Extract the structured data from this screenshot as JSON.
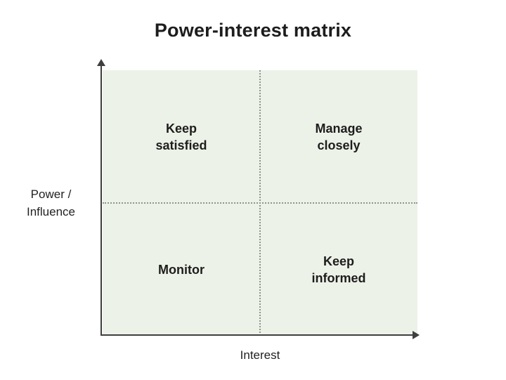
{
  "title": "Power-interest matrix",
  "axes": {
    "y_label": "Power /\nInfluence",
    "x_label": "Interest"
  },
  "quadrants": {
    "top_left": "Keep\nsatisfied",
    "top_right": "Manage\nclosely",
    "bottom_left": "Monitor",
    "bottom_right": "Keep\ninformed"
  },
  "colors": {
    "quadrant_background": "#edf2e8",
    "axis_line": "#3f3f3f",
    "divider_dotted": "#8f938c",
    "text": "#1d1d1d",
    "page_background": "#ffffff"
  }
}
